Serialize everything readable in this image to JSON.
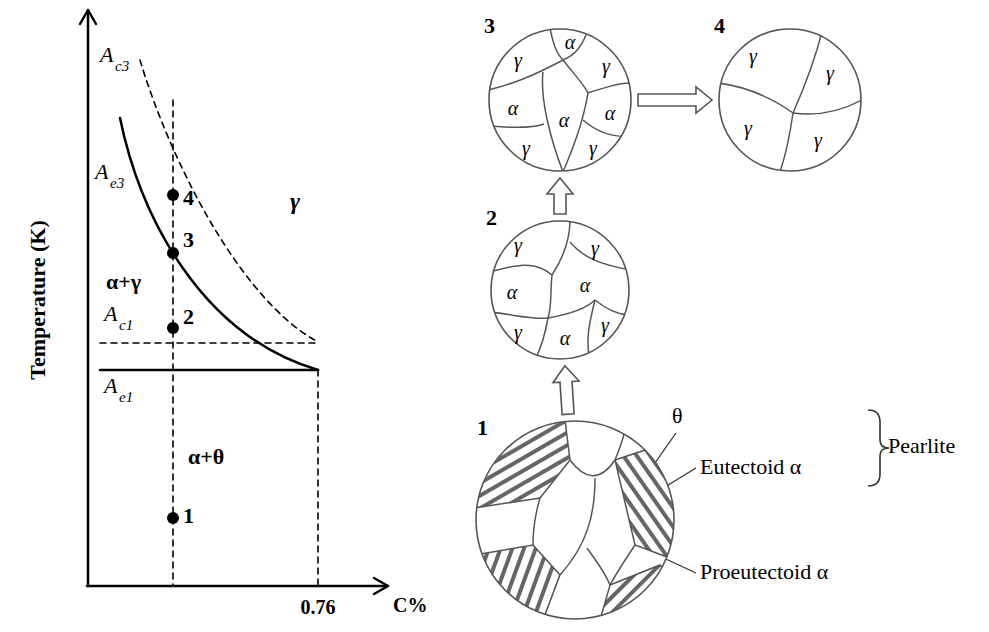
{
  "diagram": {
    "nodes": [
      {
        "text": [
          "1"
        ]
      },
      {
        "text": [
          "2",
          "γ",
          "γ",
          "α",
          "α",
          "α",
          "γ",
          "γ"
        ],
        "in": 0
      },
      {
        "text": [
          "3",
          "α",
          "γ",
          "γ",
          "α",
          "α",
          "α",
          "γ",
          "γ"
        ]
      },
      {
        "text": [
          "4",
          "γ",
          "γ",
          "γ",
          "γ"
        ]
      }
    ],
    "edges": [
      {
        "from": 0,
        "to": 1,
        "arrow": "to"
      },
      {
        "from": 1,
        "to": 2,
        "arrow": "to"
      },
      {
        "from": 2,
        "to": 3,
        "arrow": "to"
      }
    ],
    "labels": [
      "Temperature (K)",
      "A",
      "c3",
      "A",
      "e3",
      "γ",
      "α+γ",
      "A",
      "c1",
      "A",
      "e1",
      "α+θ",
      "0.76",
      "C%",
      "4",
      "3",
      "2",
      "1",
      "θ",
      "Eutectoid α",
      "Pearlite",
      "Proeutectoid α"
    ]
  }
}
